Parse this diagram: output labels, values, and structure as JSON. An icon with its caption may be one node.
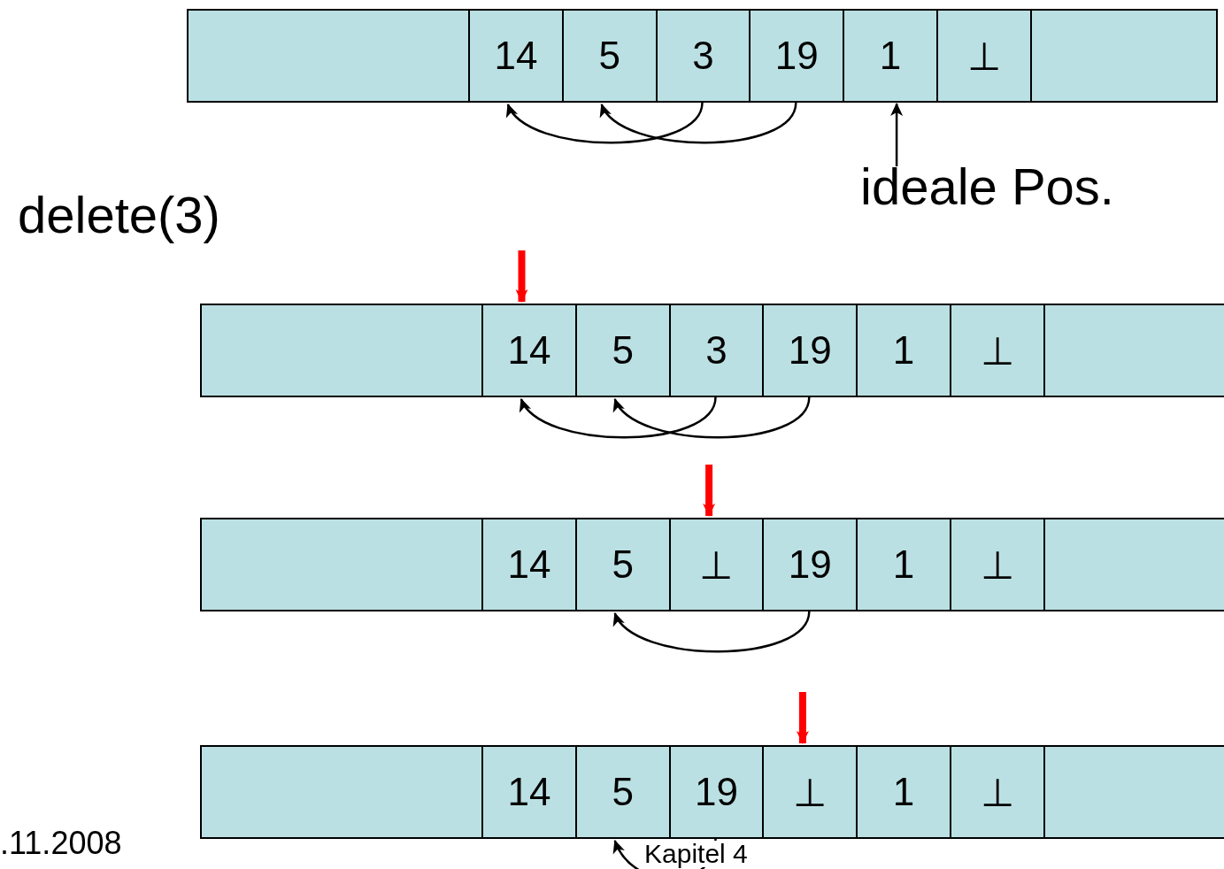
{
  "diagram": {
    "nodes": [
      {
        "text": [],
        "shape": "bar"
      },
      {
        "text": [
          "14"
        ],
        "in": 0
      },
      {
        "text": [
          "5"
        ],
        "in": 0
      },
      {
        "text": [
          "3"
        ],
        "in": 0
      },
      {
        "text": [
          "19"
        ],
        "in": 0
      },
      {
        "text": [
          "1"
        ],
        "in": 0
      },
      {
        "text": [
          "⊥"
        ],
        "in": 0
      },
      {
        "text": [
          "ideale Pos."
        ]
      },
      {
        "text": [],
        "shape": "bar"
      },
      {
        "text": [
          "14"
        ],
        "in": 8
      },
      {
        "text": [
          "5"
        ],
        "in": 8
      },
      {
        "text": [
          "3"
        ],
        "in": 8
      },
      {
        "text": [
          "19"
        ],
        "in": 8
      },
      {
        "text": [
          "1"
        ],
        "in": 8
      },
      {
        "text": [
          "⊥"
        ],
        "in": 8
      },
      {
        "text": [],
        "shape": "bar"
      },
      {
        "text": [
          "14"
        ],
        "in": 15
      },
      {
        "text": [
          "5"
        ],
        "in": 15
      },
      {
        "text": [
          "⊥"
        ],
        "in": 15
      },
      {
        "text": [
          "19"
        ],
        "in": 15
      },
      {
        "text": [
          "1"
        ],
        "in": 15
      },
      {
        "text": [
          "⊥"
        ],
        "in": 15
      },
      {
        "text": [],
        "shape": "bar"
      },
      {
        "text": [
          "14"
        ],
        "in": 22
      },
      {
        "text": [
          "5"
        ],
        "in": 22
      },
      {
        "text": [
          "19"
        ],
        "in": 22
      },
      {
        "text": [
          "⊥"
        ],
        "in": 22
      },
      {
        "text": [
          "1"
        ],
        "in": 22
      },
      {
        "text": [
          "⊥"
        ],
        "in": 22
      }
    ],
    "edges": [
      {
        "from": 3,
        "to": 1,
        "arrow": "to"
      },
      {
        "from": 4,
        "to": 2,
        "arrow": "to"
      },
      {
        "from": 7,
        "to": 5,
        "arrow": "to"
      },
      {
        "from": null,
        "to": 9,
        "arrow": "to",
        "style": "thick",
        "color": "#ff0000"
      },
      {
        "from": 11,
        "to": 9,
        "arrow": "to"
      },
      {
        "from": 12,
        "to": 10,
        "arrow": "to"
      },
      {
        "from": null,
        "to": 18,
        "arrow": "to",
        "style": "thick",
        "color": "#ff0000"
      },
      {
        "from": 19,
        "to": 17,
        "arrow": "to"
      },
      {
        "from": null,
        "to": 26,
        "arrow": "to",
        "style": "thick",
        "color": "#ff0000"
      },
      {
        "from": 25,
        "to": 24,
        "arrow": "to"
      }
    ],
    "labels": [
      "delete(3)",
      ".11.2008",
      "Kapitel 4"
    ]
  }
}
